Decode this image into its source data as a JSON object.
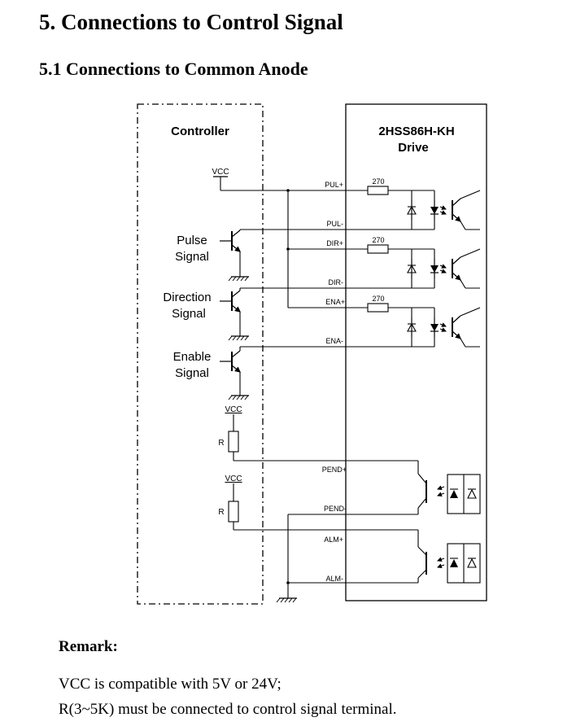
{
  "heading": "5. Connections to Control Signal",
  "subheading": "5.1 Connections to Common Anode",
  "diagram": {
    "controller_label": "Controller",
    "drive_label_line1": "2HSS86H-KH",
    "drive_label_line2": "Drive",
    "vcc_top": "VCC",
    "pulse_label_line1": "Pulse",
    "pulse_label_line2": "Signal",
    "direction_label_line1": "Direction",
    "direction_label_line2": "Signal",
    "enable_label_line1": "Enable",
    "enable_label_line2": "Signal",
    "vcc_pend": "VCC",
    "vcc_alm": "VCC",
    "r_pend": "R",
    "r_alm": "R",
    "terminals": {
      "pul_plus": "PUL+",
      "pul_minus": "PUL-",
      "dir_plus": "DIR+",
      "dir_minus": "DIR-",
      "ena_plus": "ENA+",
      "ena_minus": "ENA-",
      "pend_plus": "PEND+",
      "pend_minus": "PEND-",
      "alm_plus": "ALM+",
      "alm_minus": "ALM-"
    },
    "resistor_pul": "270",
    "resistor_dir": "270",
    "resistor_ena": "270"
  },
  "remark": {
    "title": "Remark:",
    "line1": "VCC is compatible with 5V or 24V;",
    "line2": "R(3~5K) must be connected to control signal terminal."
  }
}
